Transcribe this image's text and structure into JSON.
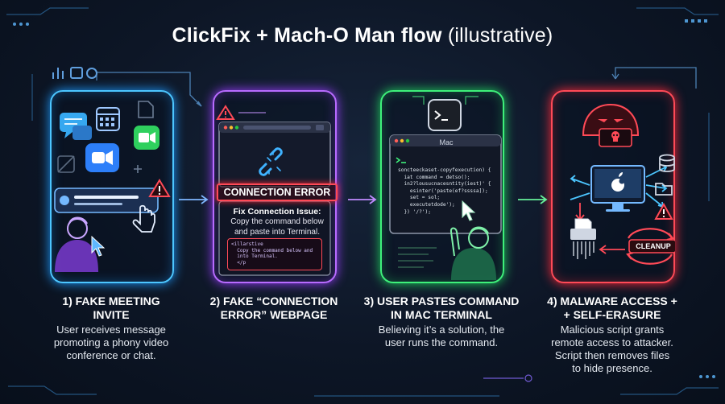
{
  "title": {
    "bold": "ClickFix + Mach-O Man flow",
    "rest": "(illustrative)"
  },
  "colors": {
    "step1": "#4cc6ff",
    "step2": "#b86bff",
    "step3": "#3ef07a",
    "step4": "#ff4a57"
  },
  "steps": [
    {
      "heading_l1": "1) FAKE MEETING",
      "heading_l2": "INVITE",
      "body": [
        "User receives message",
        "promoting a phony video",
        "conference or chat."
      ],
      "icons": [
        "chat-bubble-icon",
        "calendar-icon",
        "video-camera-icon",
        "facetime-icon",
        "notification-card-icon",
        "warning-icon",
        "pointer-hand-icon",
        "user-icon",
        "cursor-icon"
      ]
    },
    {
      "heading_l1": "2) FAKE “CONNECTION",
      "heading_l2": "ERROR” WEBPAGE",
      "banner": "CONNECTION ERROR",
      "fix_heading": "Fix Connection Issue:",
      "fix_body": [
        "Copy the command below",
        "and paste into Terminal."
      ],
      "code_lines": [
        "<illarstive",
        "  Copy the command below and",
        "  into Terminal.",
        "  </p"
      ],
      "icons": [
        "browser-window-icon",
        "broken-link-icon",
        "warning-icon"
      ]
    },
    {
      "heading_l1": "3) USER PASTES COMMAND",
      "heading_l2": "IN MAC TERMINAL",
      "body": [
        "Believing it’s a solution, the",
        "user runs the command."
      ],
      "terminal_title": "Mac",
      "terminal_lines": [
        "soncteeckaset-copyfexecution) {",
        "  iat command = detso();",
        "  in2?lousucnacesntity(iest)' {",
        "    esinter('paste(ef?ssssa]);",
        "    set = sol;",
        "    executetdode');",
        "  }) '/?');"
      ],
      "icons": [
        "terminal-icon",
        "user-icon",
        "cursor-icon"
      ]
    },
    {
      "heading_l1": "4) MALWARE ACCESS +",
      "heading_l2": "+ SELF-ERASURE",
      "body": [
        "Malicious script grants",
        "remote access to attacker.",
        "Script then removes files",
        "to hide presence."
      ],
      "cleanup_label": "CLEANUP",
      "icons": [
        "hacker-icon",
        "skull-icon",
        "apple-monitor-icon",
        "database-icon",
        "folder-icon",
        "warning-icon",
        "shredder-icon",
        "cleanup-icon"
      ]
    }
  ]
}
